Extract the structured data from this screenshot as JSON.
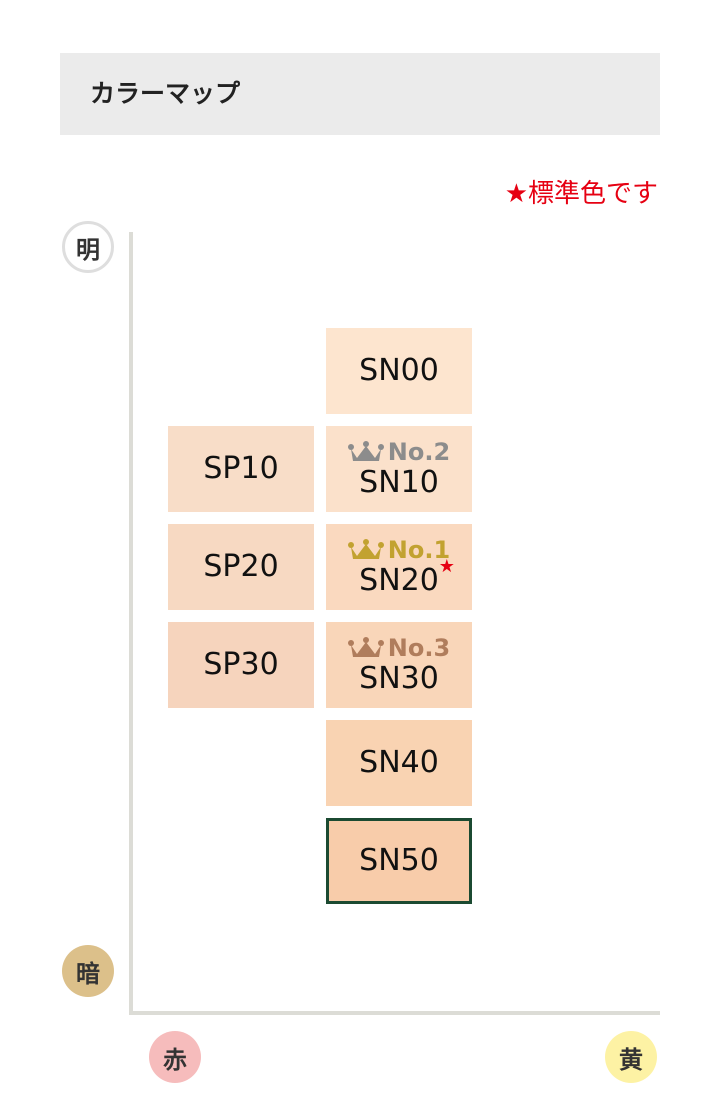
{
  "header": {
    "title": "カラーマップ"
  },
  "note": "★標準色です",
  "axes": {
    "top": "明",
    "bottom": "暗",
    "left": "赤",
    "right": "黄"
  },
  "swatches": [
    {
      "code": "SN00",
      "color": "#fde5cf"
    },
    {
      "code": "SP10",
      "color": "#f8ddc8"
    },
    {
      "code": "SN10",
      "color": "#fbe1cb",
      "rank": "No.2"
    },
    {
      "code": "SP20",
      "color": "#f7d9c2"
    },
    {
      "code": "SN20",
      "color": "#fad9bf",
      "rank": "No.1",
      "standard": "★"
    },
    {
      "code": "SP30",
      "color": "#f6d4bd"
    },
    {
      "code": "SN30",
      "color": "#f9d6b9",
      "rank": "No.3"
    },
    {
      "code": "SN40",
      "color": "#f9d3b2"
    },
    {
      "code": "SN50",
      "color": "#f8ccaa",
      "selected": true
    }
  ],
  "rank_colors": {
    "No.1": "#c2a230",
    "No.2": "#8c8c8c",
    "No.3": "#b07d5c"
  },
  "icons": {
    "rank": "crown-icon"
  }
}
